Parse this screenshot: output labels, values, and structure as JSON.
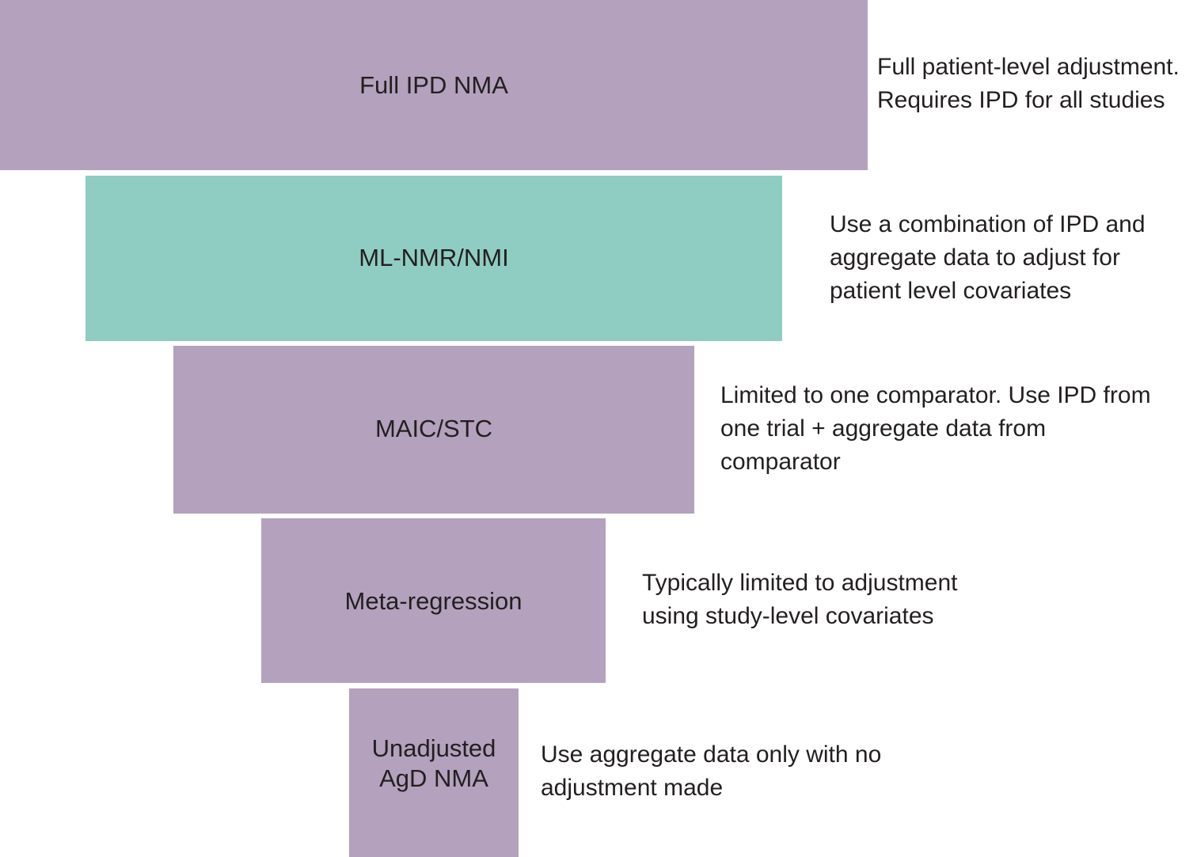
{
  "colors": {
    "default_tier": "#b3a1bd",
    "highlight_tier": "#8fcdc3",
    "text": "#231f20",
    "background": "#ffffff"
  },
  "tiers": [
    {
      "label": "Full IPD NMA",
      "description": "Full patient-level adjustment.\nRequires IPD for all studies",
      "highlighted": false
    },
    {
      "label": "ML-NMR/NMI",
      "description": "Use a combination of IPD and\naggregate data to adjust for\npatient level covariates",
      "highlighted": true
    },
    {
      "label": "MAIC/STC",
      "description": "Limited to one comparator. Use IPD from\none trial + aggregate data from\ncomparator",
      "highlighted": false
    },
    {
      "label": "Meta-regression",
      "description": "Typically limited to adjustment\nusing study-level covariates",
      "highlighted": false
    },
    {
      "label": "Unadjusted\nAgD NMA",
      "description": "Use aggregate data only with no\nadjustment made",
      "highlighted": false
    }
  ]
}
